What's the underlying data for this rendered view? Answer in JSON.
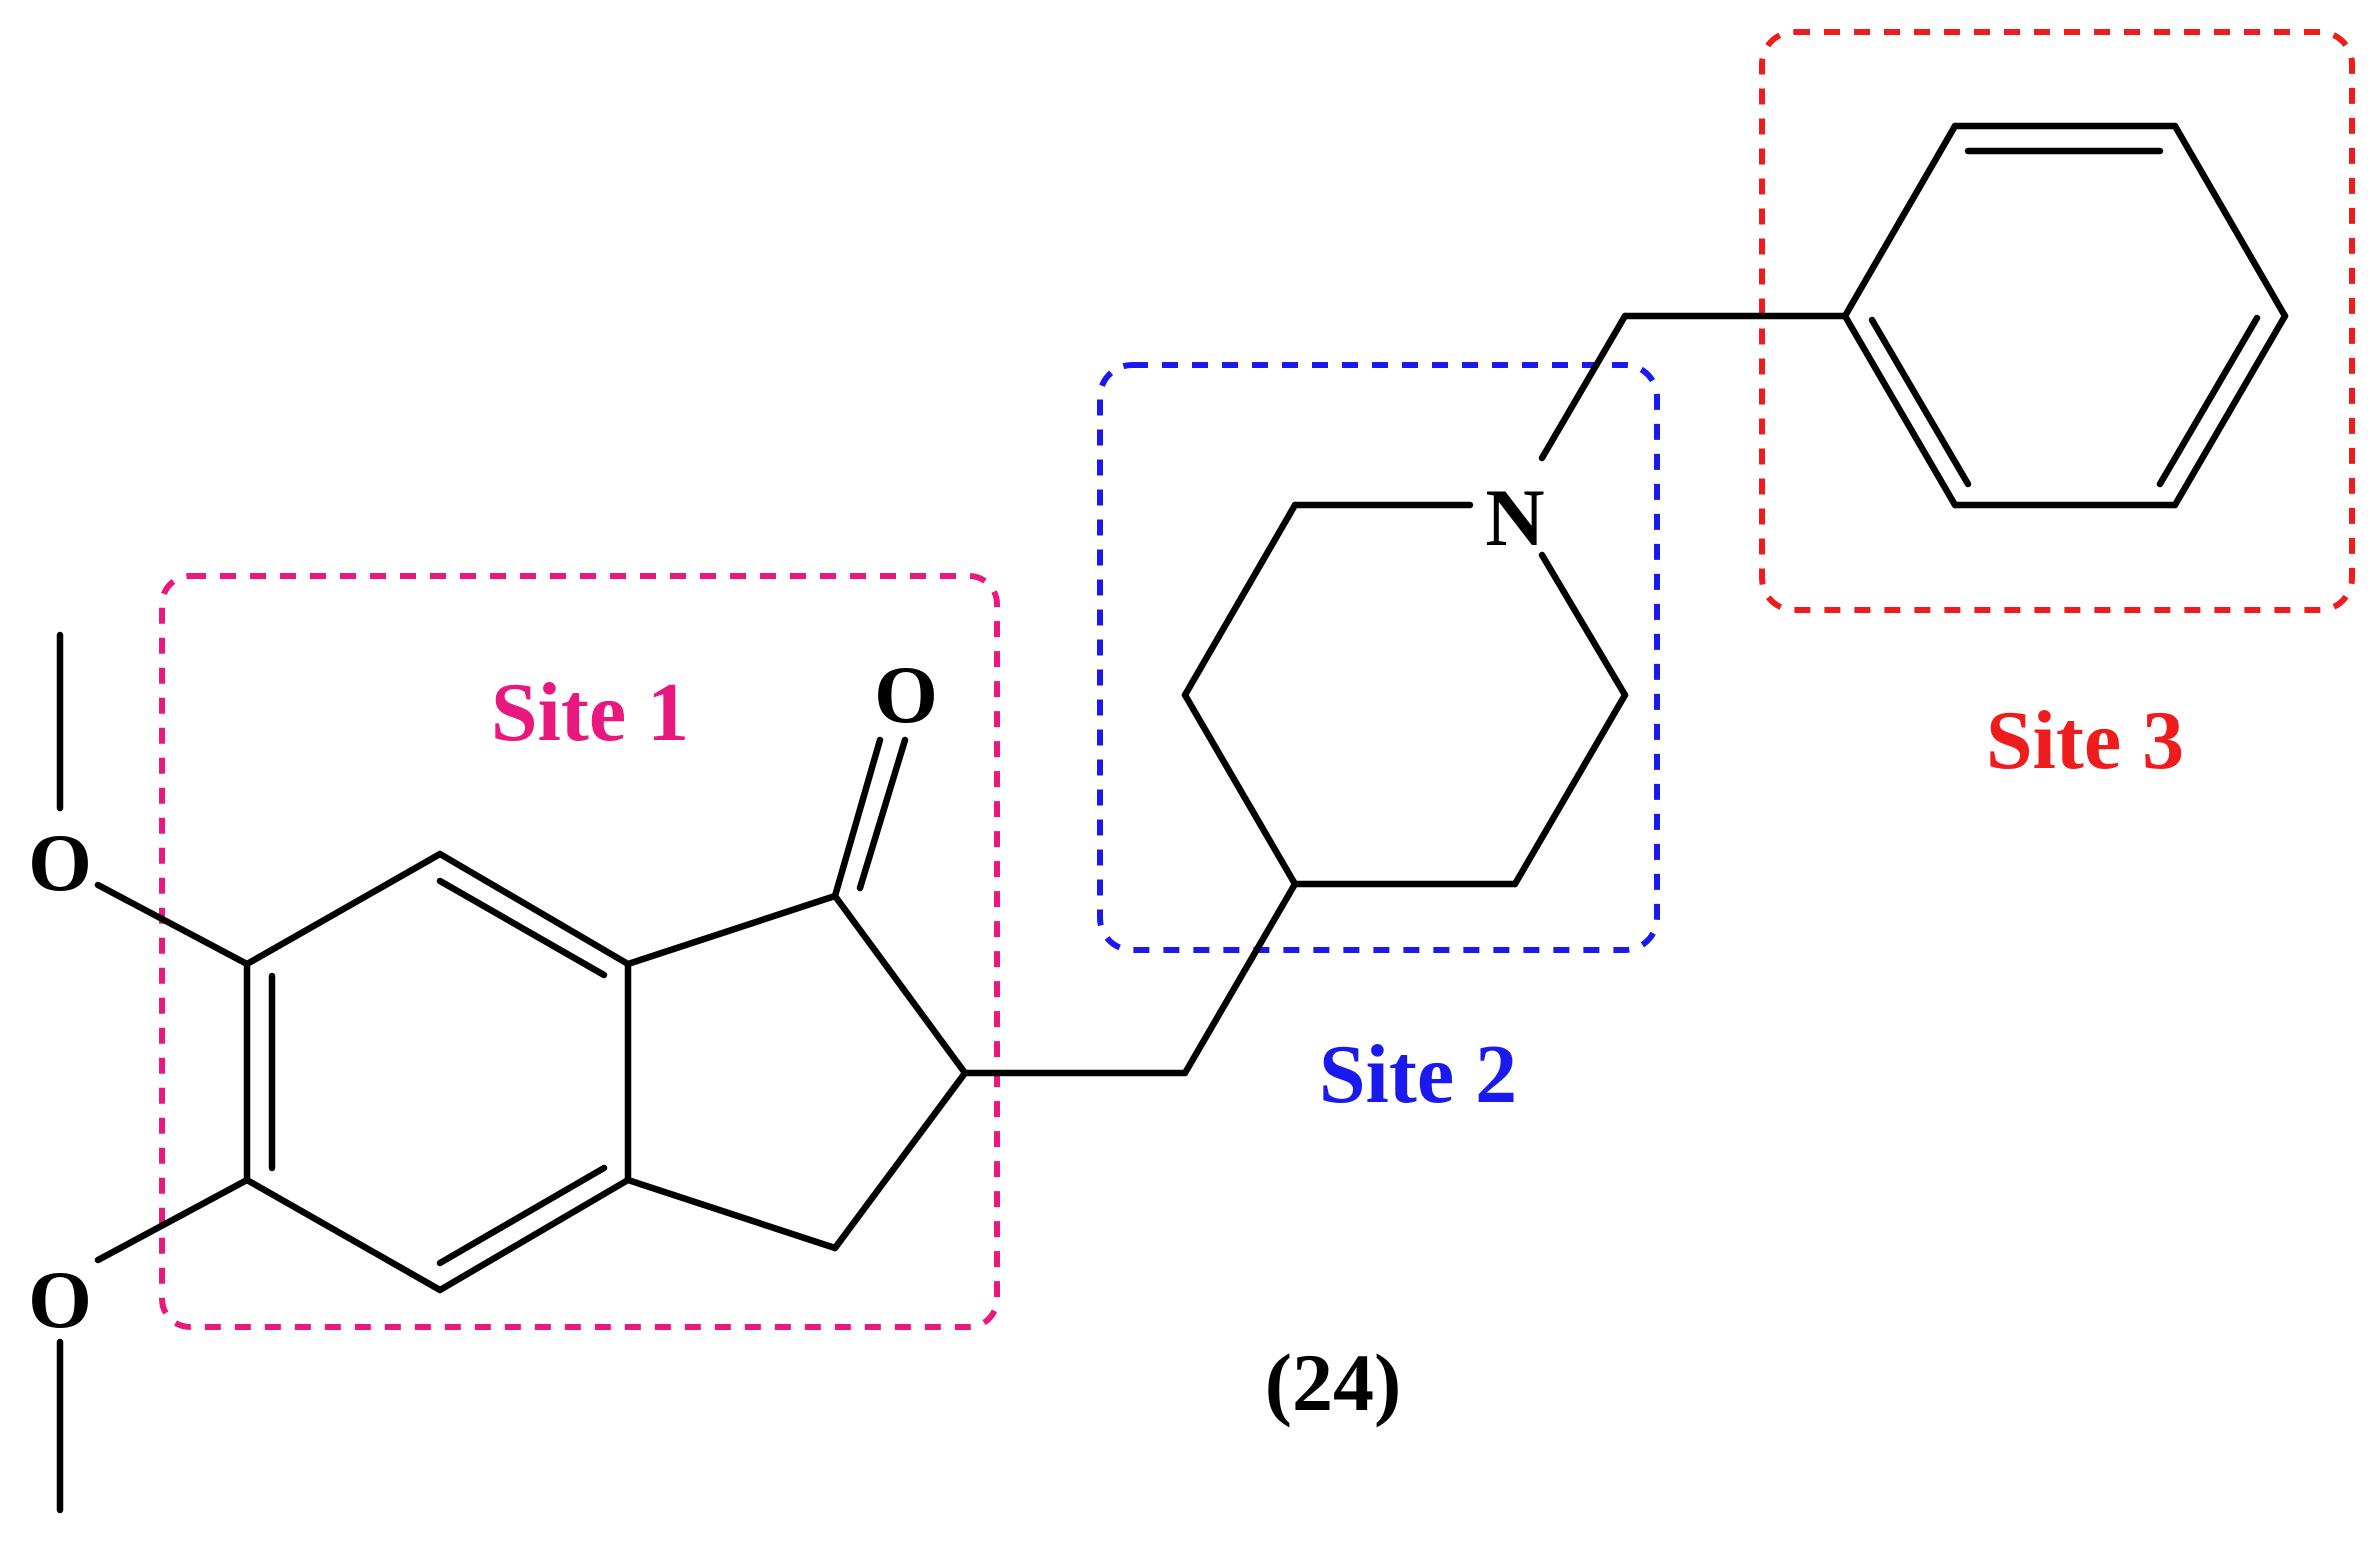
{
  "atoms": {
    "oxygen_carbonyl": "O",
    "oxygen_methoxy_top": "O",
    "oxygen_methoxy_bottom": "O",
    "nitrogen": "N"
  },
  "sites": [
    {
      "label": "Site 1",
      "color": "#e8187e"
    },
    {
      "label": "Site 2",
      "color": "#1a1aee"
    },
    {
      "label": "Site 3",
      "color": "#ee1c1c"
    }
  ],
  "compound_number": "(24)"
}
